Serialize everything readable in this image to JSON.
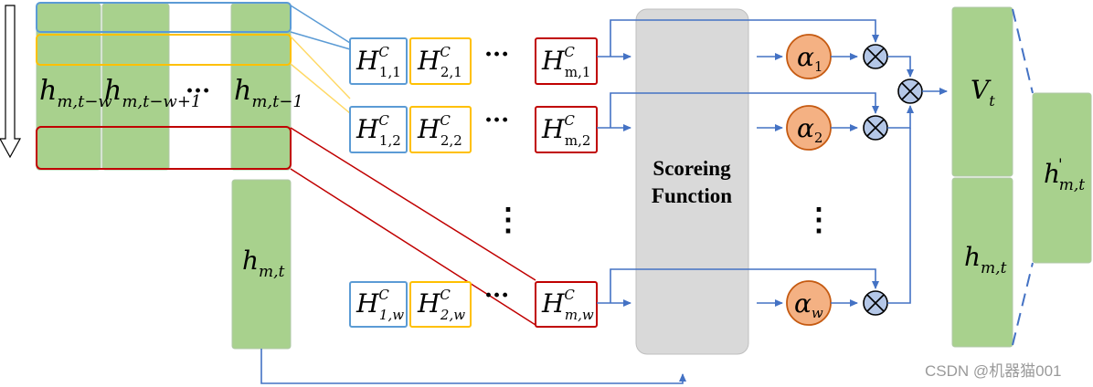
{
  "diagram": {
    "matrix_columns": [
      {
        "main": "h",
        "sub": "m,t−w"
      },
      {
        "main": "h",
        "sub": "m,t−w+1"
      },
      {
        "main": "h",
        "sub": "m,t−1"
      }
    ],
    "matrix_ellipsis": "···",
    "current_state": {
      "main": "h",
      "sub": "m,t"
    },
    "conv_rows": [
      {
        "first": {
          "main": "H",
          "sup": "C",
          "sub": "1,1"
        },
        "second": {
          "main": "H",
          "sup": "C",
          "sub": "2,1"
        },
        "last": {
          "main": "H",
          "sup": "C",
          "sub": "m,1"
        }
      },
      {
        "first": {
          "main": "H",
          "sup": "C",
          "sub": "1,2"
        },
        "second": {
          "main": "H",
          "sup": "C",
          "sub": "2,2"
        },
        "last": {
          "main": "H",
          "sup": "C",
          "sub": "m,2"
        }
      },
      {
        "first": {
          "main": "H",
          "sup": "C",
          "sub": "1,w"
        },
        "second": {
          "main": "H",
          "sup": "C",
          "sub": "2,w"
        },
        "last": {
          "main": "H",
          "sup": "C",
          "sub": "m,w"
        }
      }
    ],
    "row_ellipsis": "···",
    "vertical_ellipsis": "⋮",
    "scoring_label_line1": "Scoreing",
    "scoring_label_line2": "Function",
    "alphas": [
      {
        "main": "α",
        "sub": "1"
      },
      {
        "main": "α",
        "sub": "2"
      },
      {
        "main": "α",
        "sub": "w"
      }
    ],
    "multiply_symbol": "⊗",
    "context_vector": {
      "main": "V",
      "sub": "t"
    },
    "output_state": {
      "main": "h",
      "sup": "'",
      "sub": "m,t"
    },
    "watermark": "CSDN @机器猫001",
    "colors": {
      "green": "#a8d18d",
      "blue": "#5b9bd5",
      "yellow": "#ffc000",
      "red": "#c00000",
      "gray": "#d9d9d9",
      "orange": "#f4b183",
      "arrow": "#4472c4",
      "circle_fill": "#b4c7e7"
    }
  }
}
